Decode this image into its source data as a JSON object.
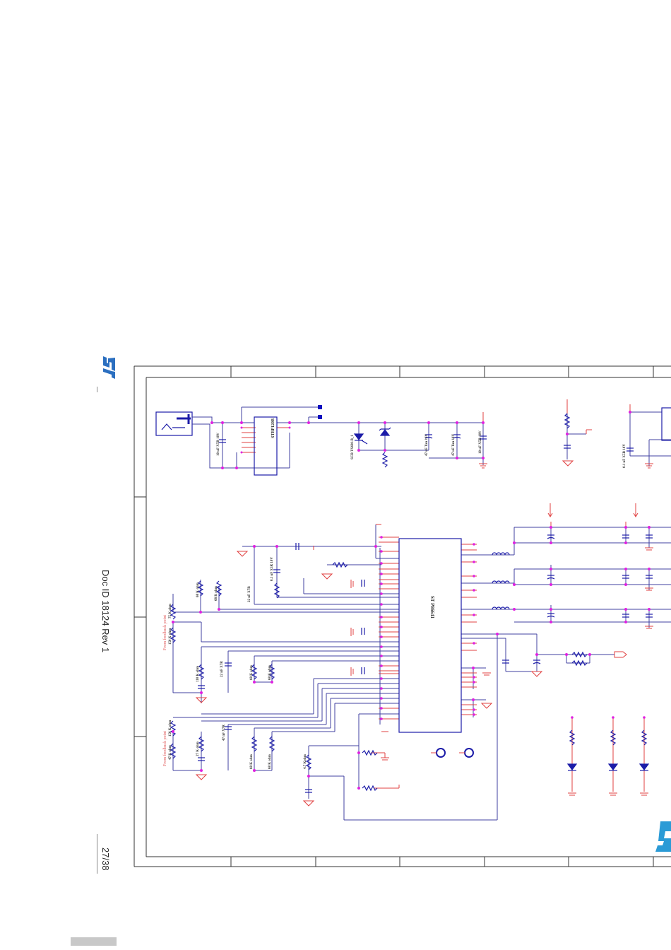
{
  "sidebar": {
    "doc_id": "Doc ID 18124 Rev 1",
    "page_number": "27/38",
    "logo": "st-logo-icon"
  },
  "schematic": {
    "ic_main": "ST P86641",
    "ic_bridge": "STBP120B",
    "scr_label": "SCR TS420-B_1",
    "cap_in": "10 uF X5R 10V",
    "cap_tan1": "47 uF Tan 10V",
    "cap_tan2": "47 uF Tan 10V",
    "cap_x5r_out": "10 uF X5R 10V",
    "cap_top_right": "0.1 uF X5R 10V",
    "cap_mid": "0.1 uF X5R 10V",
    "cap_22a": "22 nF X7R",
    "cap_22b": "22 nF X7R",
    "cap_47": "47 nF X7R",
    "res_68a": "68 K ohm",
    "res_68b": "68 K ohm",
    "res_68c": "68 K ohm",
    "res_68d": "68 K ohm",
    "res_68e": "68 K ohm",
    "res_68f": "68 K ohm",
    "res_75": "75 K ohm",
    "res_150": "150 K ohm",
    "res_150b": "150 K ohm",
    "res_110": "110 K ohm",
    "res_47": "47 K ohm",
    "res_27": "27 K ohm",
    "res_4k": "4.7 Kohm",
    "note_feedback_1": "From feedback point",
    "note_feedback_2": "From feedback point"
  },
  "colors": {
    "wire": "#4040a0",
    "component": "#1c1ca8",
    "net": "#e04040",
    "node": "#e020e0",
    "frame": "#333333",
    "label": "#333333",
    "note": "#e05a5a",
    "logo": "#2b6fc0"
  }
}
